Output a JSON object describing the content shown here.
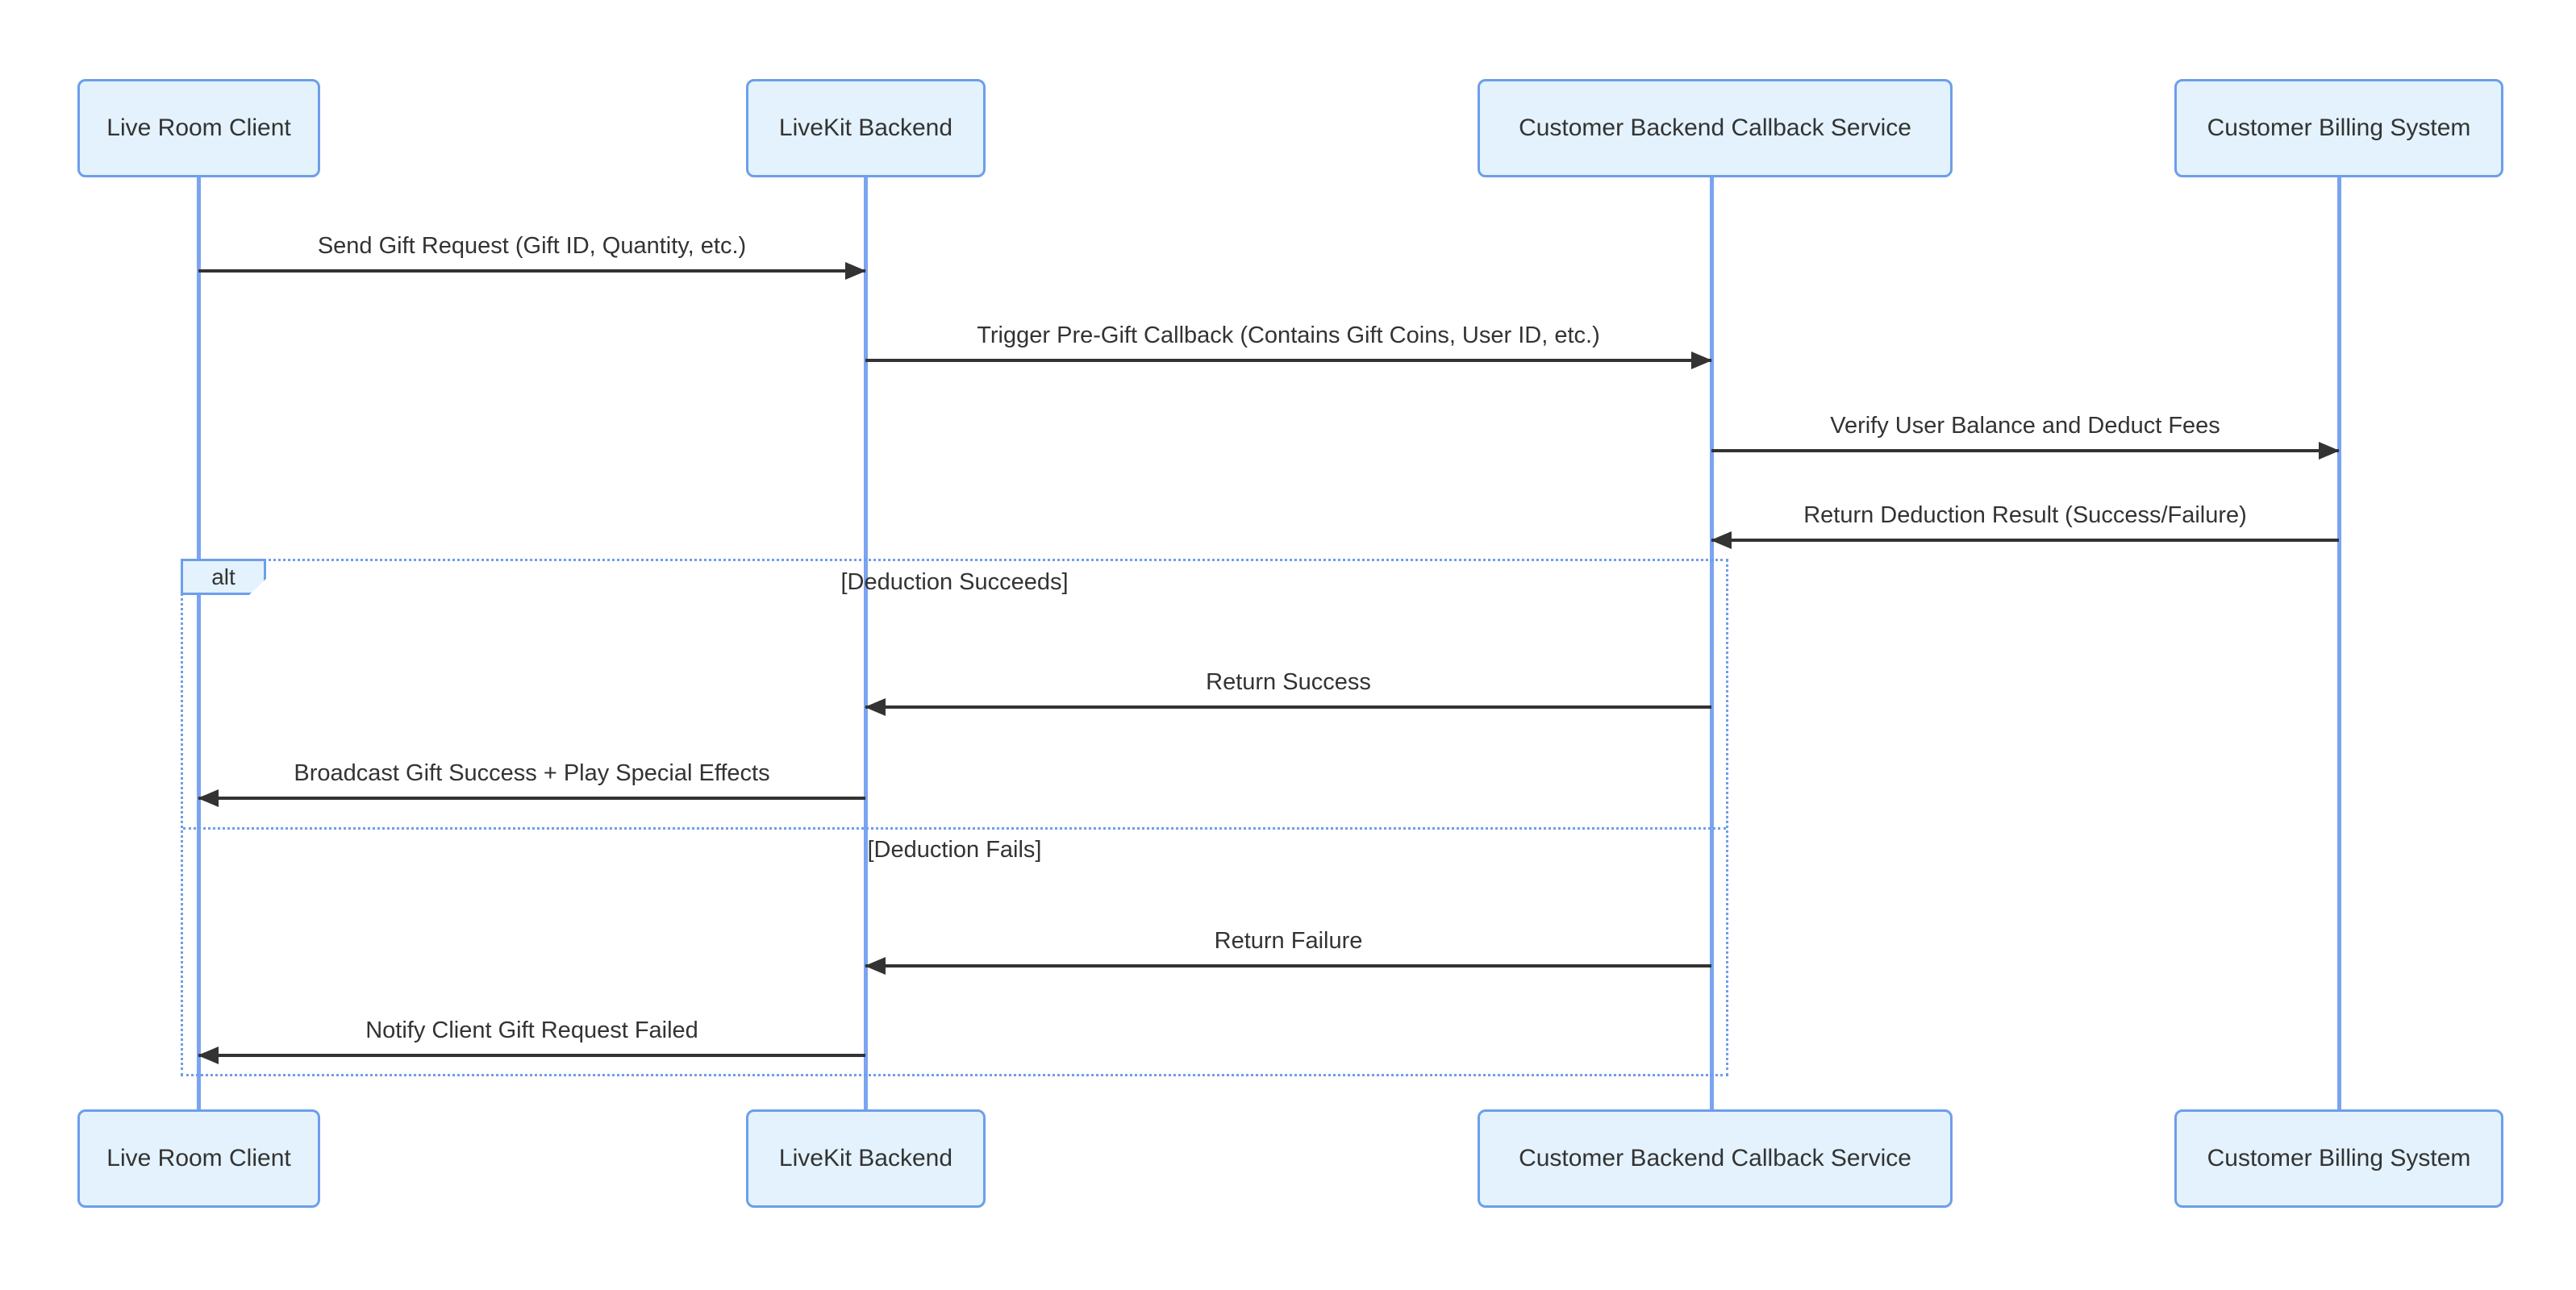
{
  "diagram": {
    "type": "sequence",
    "actors": [
      {
        "id": "live-room-client",
        "label": "Live Room Client"
      },
      {
        "id": "livekit-backend",
        "label": "LiveKit Backend"
      },
      {
        "id": "customer-backend-callback-service",
        "label": "Customer Backend Callback Service"
      },
      {
        "id": "customer-billing-system",
        "label": "Customer Billing System"
      }
    ],
    "messages": [
      {
        "from": "Live Room Client",
        "to": "LiveKit Backend",
        "direction": "right",
        "label": "Send Gift Request (Gift ID, Quantity, etc.)"
      },
      {
        "from": "LiveKit Backend",
        "to": "Customer Backend Callback Service",
        "direction": "right",
        "label": "Trigger Pre-Gift Callback (Contains Gift Coins, User ID, etc.)"
      },
      {
        "from": "Customer Backend Callback Service",
        "to": "Customer Billing System",
        "direction": "right",
        "label": "Verify User Balance and Deduct Fees"
      },
      {
        "from": "Customer Billing System",
        "to": "Customer Backend Callback Service",
        "direction": "left",
        "label": "Return Deduction Result (Success/Failure)"
      },
      {
        "from": "Customer Backend Callback Service",
        "to": "LiveKit Backend",
        "direction": "left",
        "label": "Return Success"
      },
      {
        "from": "LiveKit Backend",
        "to": "Live Room Client",
        "direction": "left",
        "label": "Broadcast Gift Success + Play Special Effects"
      },
      {
        "from": "Customer Backend Callback Service",
        "to": "LiveKit Backend",
        "direction": "left",
        "label": "Return Failure"
      },
      {
        "from": "LiveKit Backend",
        "to": "Live Room Client",
        "direction": "left",
        "label": "Notify Client Gift Request Failed"
      }
    ],
    "alt_frame": {
      "label": "alt",
      "sections": [
        {
          "condition": "[Deduction Succeeds]"
        },
        {
          "condition": "[Deduction Fails]"
        }
      ]
    },
    "colors": {
      "background": "#FFFFFF",
      "actor_fill": "#E3F2FC",
      "actor_border": "#6D9EEB",
      "lifeline": "#7AA4F0",
      "frame_border": "#6D9EEB",
      "text": "#333333",
      "arrow": "#333333"
    }
  }
}
